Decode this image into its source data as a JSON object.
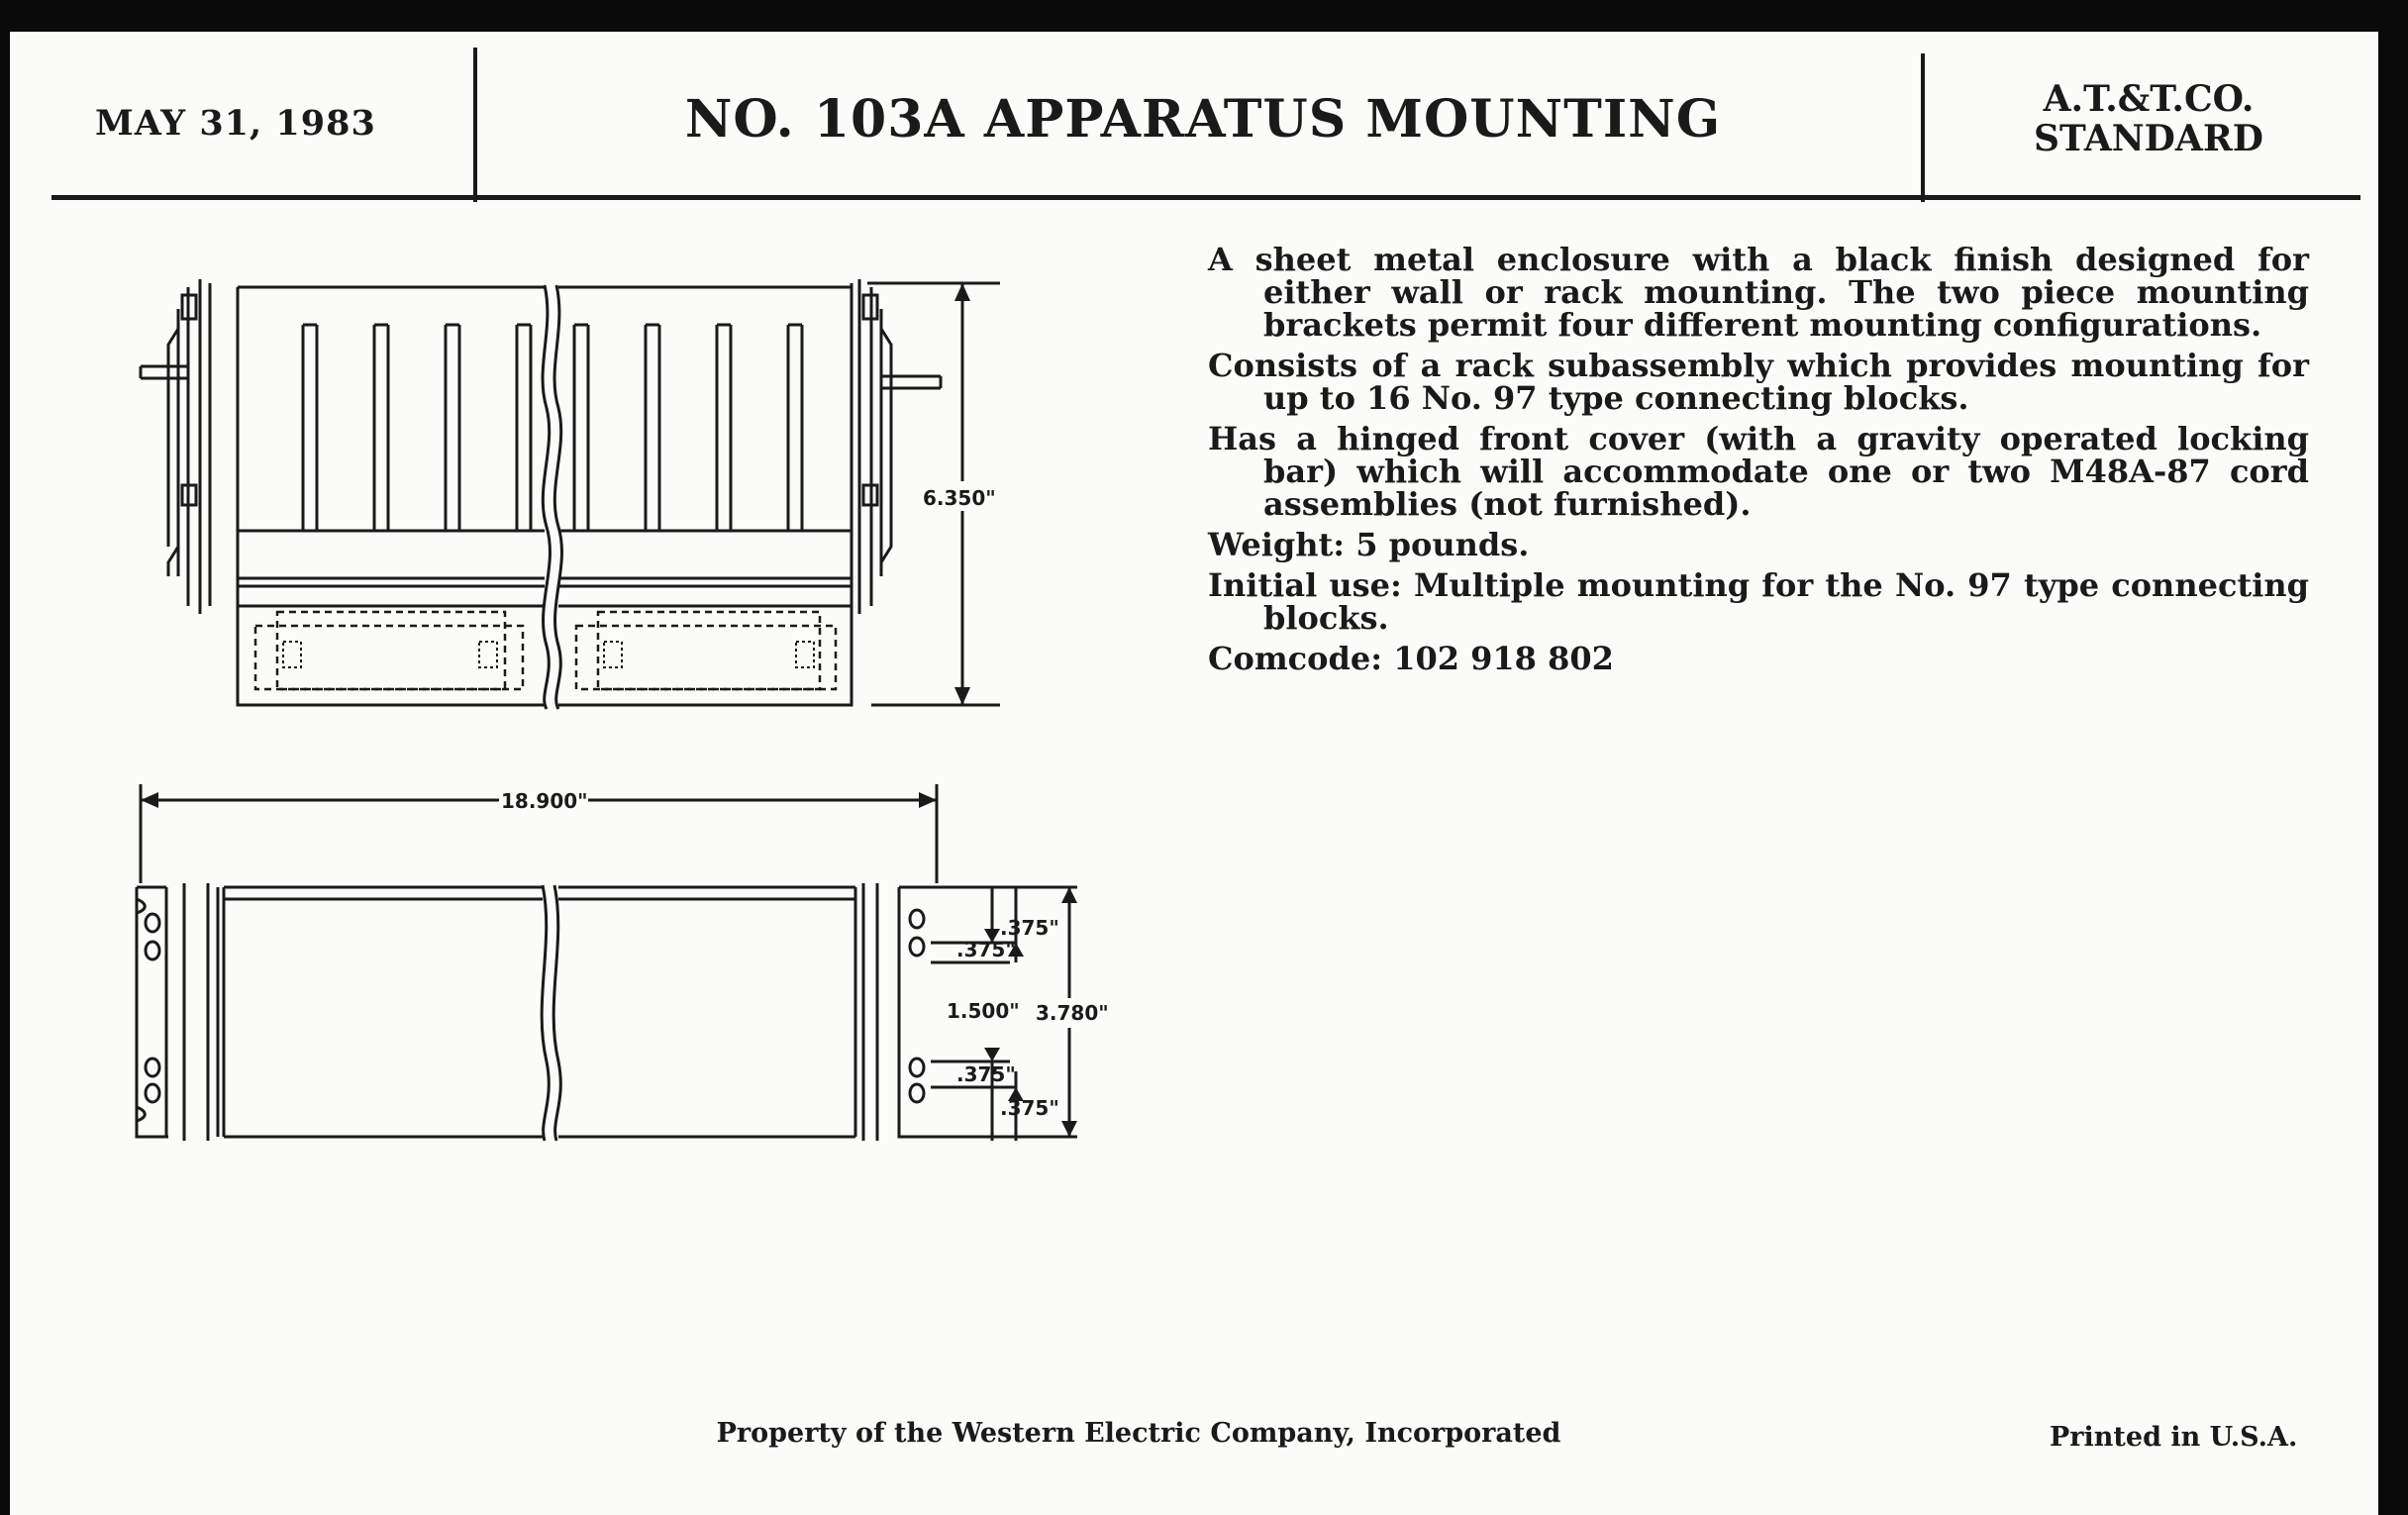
{
  "header": {
    "date": "MAY 31, 1983",
    "title": "NO. 103A APPARATUS MOUNTING",
    "standard_line1": "A.T.&T.CO.",
    "standard_line2": "STANDARD"
  },
  "description": [
    "A sheet metal enclosure with a black finish designed for either wall or rack mounting. The two piece mounting brackets permit four different mounting configurations.",
    "Consists of a rack subassembly which provides mounting for up to 16 No. 97 type connecting blocks.",
    "Has a hinged front cover (with a gravity operated locking bar) which will accommodate one or two M48A-87 cord assemblies (not furnished).",
    "Weight: 5 pounds.",
    "Initial use: Multiple mounting for the No. 97 type connecting blocks.",
    "Comcode: 102 918 802"
  ],
  "dimensions": {
    "height": "6.350\"",
    "width": "18.900\"",
    "hole_spacing_a": ".375\"",
    "hole_spacing_b": ".375\"",
    "center_spacing": "1.500\"",
    "total_depth": "3.780\"",
    "hole_spacing_c": ".375\"",
    "hole_spacing_d": ".375\""
  },
  "footer": {
    "property": "Property of the Western Electric Company, Incorporated",
    "printed": "Printed in U.S.A."
  }
}
